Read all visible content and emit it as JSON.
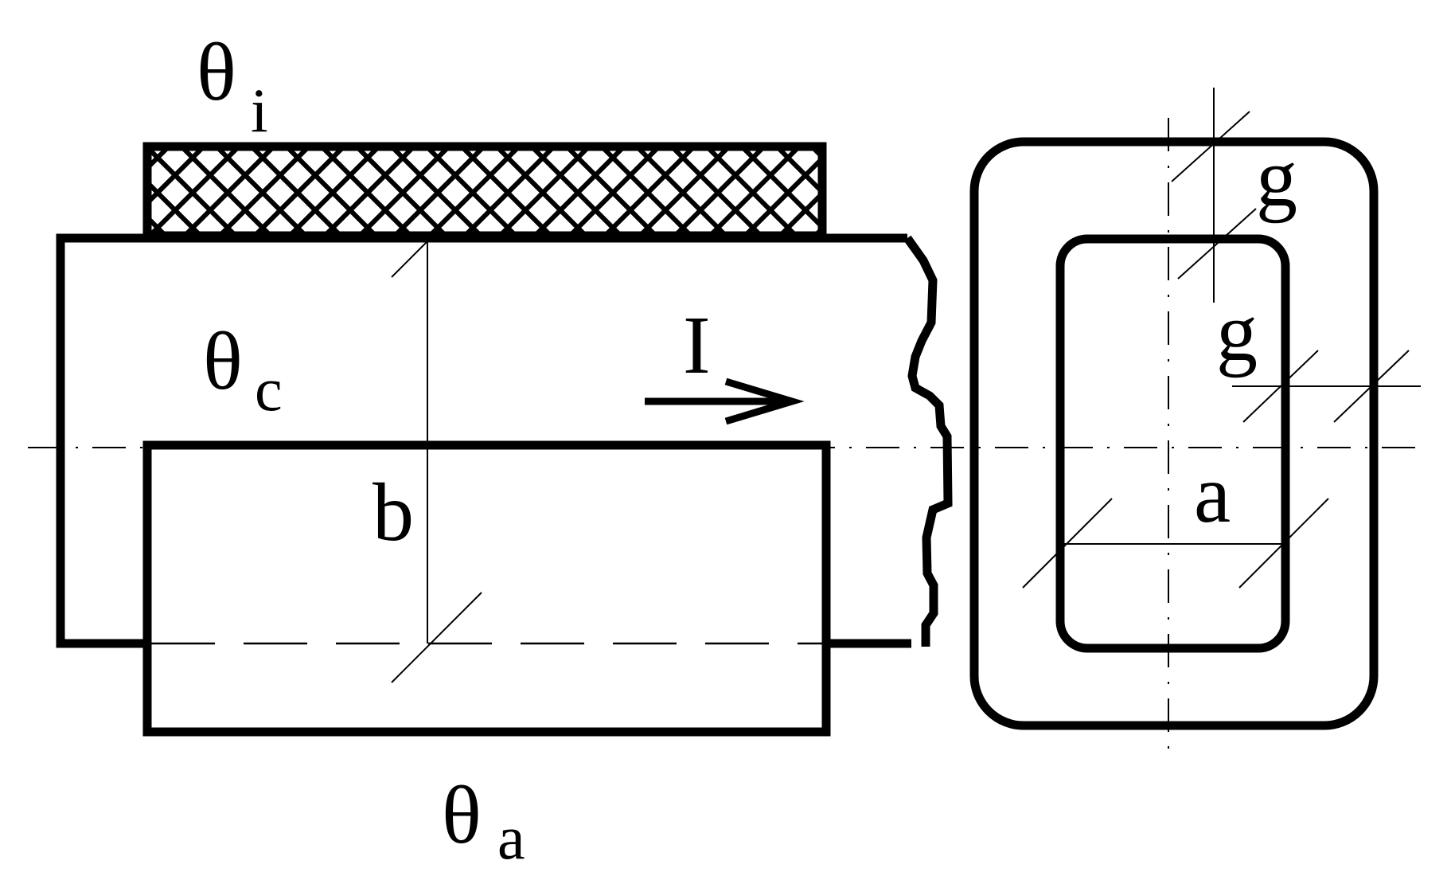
{
  "labels": {
    "theta_i_main": "θ",
    "theta_i_sub": "i",
    "theta_c_main": "θ",
    "theta_c_sub": "c",
    "theta_a_main": "θ",
    "theta_a_sub": "a",
    "current": "I",
    "dim_b": "b",
    "dim_a": "a",
    "gap_outer": "g",
    "gap_inner": "g"
  }
}
